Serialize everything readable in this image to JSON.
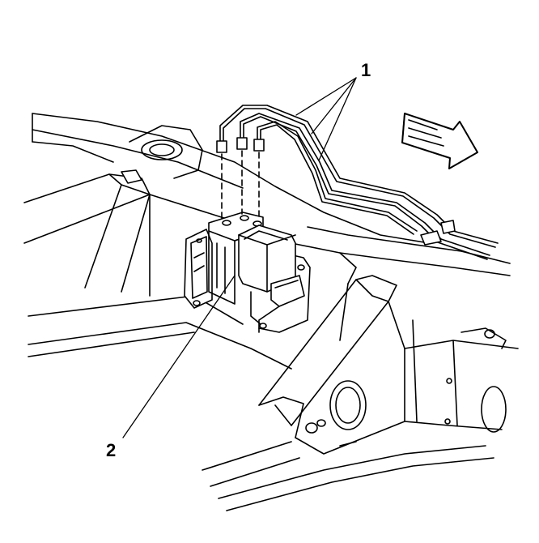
{
  "diagram": {
    "callouts": [
      {
        "id": "1",
        "label": "1",
        "refers_to": "brake-pipes"
      },
      {
        "id": "2",
        "label": "2",
        "refers_to": "brake-pressure-modulator-valve"
      }
    ],
    "direction_arrow": "forward-arrow",
    "colors": {
      "line": "#000000",
      "background": "#ffffff"
    }
  }
}
